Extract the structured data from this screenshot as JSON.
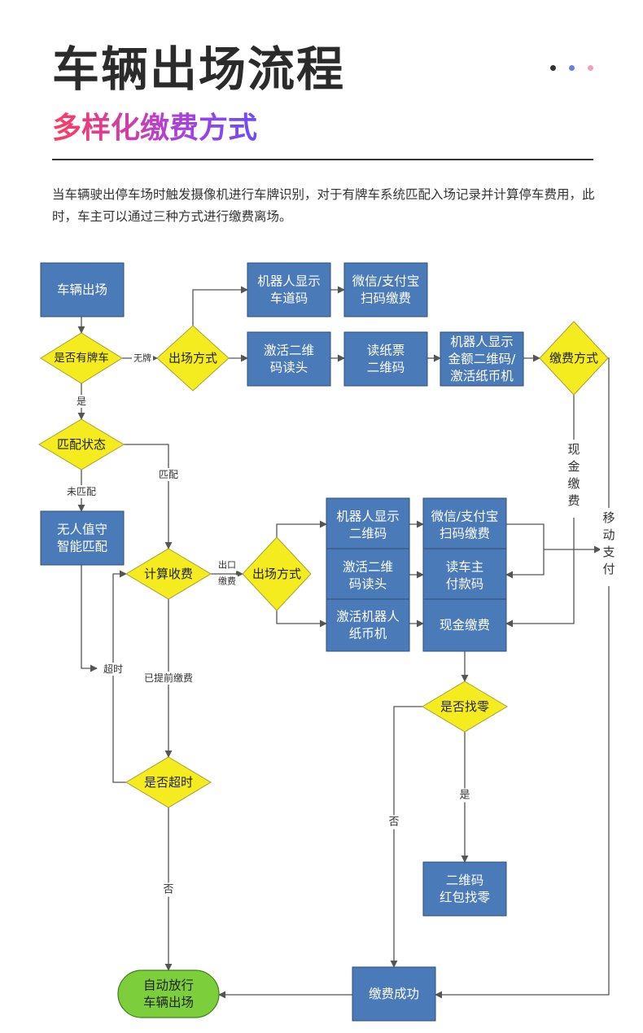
{
  "header": {
    "title": "车辆出场流程",
    "subtitle": "多样化缴费方式",
    "intro": "当车辆驶出停车场时触发摄像机进行车牌识别，对于有牌车系统匹配入场记录并计算停车费用，此时，车主可以通过三种方式进行缴费离场。"
  },
  "colors": {
    "box_fill": "#4a7ab8",
    "box_stroke": "#2d4f7a",
    "diamond_fill": "#f4ec1f",
    "diamond_stroke": "#a8a030",
    "end_fill": "#7ccf3a",
    "line": "#555555"
  },
  "flow": {
    "nodes": {
      "start": [
        "车辆出场"
      ],
      "has_plate": [
        "是否有牌车"
      ],
      "exit_method_top": [
        "出场方式"
      ],
      "robot_lane_code": [
        "机器人显示",
        "车道码"
      ],
      "wechat_alipay_top": [
        "微信/支付宝",
        "扫码缴费"
      ],
      "activate_qr_top": [
        "激活二维",
        "码读头"
      ],
      "read_paper_ticket": [
        "读纸票",
        "二维码"
      ],
      "robot_amount_qr": [
        "机器人显示",
        "金额二维码/",
        "激活纸币机"
      ],
      "pay_method": [
        "缴费方式"
      ],
      "match_status": [
        "匹配状态"
      ],
      "unattended_match": [
        "无人值守",
        "智能匹配"
      ],
      "calc_fee": [
        "计算收费"
      ],
      "exit_method_mid": [
        "出场方式"
      ],
      "robot_qr": [
        "机器人显示",
        "二维码"
      ],
      "wechat_alipay_mid": [
        "微信/支付宝",
        "扫码缴费"
      ],
      "activate_qr_mid": [
        "激活二维",
        "码读头"
      ],
      "read_owner_code": [
        "读车主",
        "付款码"
      ],
      "activate_robot_cash": [
        "激活机器人",
        "纸币机"
      ],
      "cash_pay": [
        "现金缴费"
      ],
      "give_change": [
        "是否找零"
      ],
      "qr_red_packet": [
        "二维码",
        "红包找零"
      ],
      "timeout_check": [
        "是否超时"
      ],
      "pay_success": [
        "缴费成功"
      ],
      "auto_release": [
        "自动放行",
        "车辆出场"
      ]
    },
    "labels": {
      "no_plate": "无牌",
      "yes": "是",
      "unmatched": "未匹配",
      "matched": "匹配",
      "exit_pay": [
        "出口",
        "缴费"
      ],
      "timeout": "超时",
      "prepaid": "已提前缴费",
      "no": "否",
      "change_yes": "是",
      "change_no": "否",
      "cash_pay_vertical": "现金缴费",
      "mobile_pay_vertical": "移动支付"
    }
  }
}
